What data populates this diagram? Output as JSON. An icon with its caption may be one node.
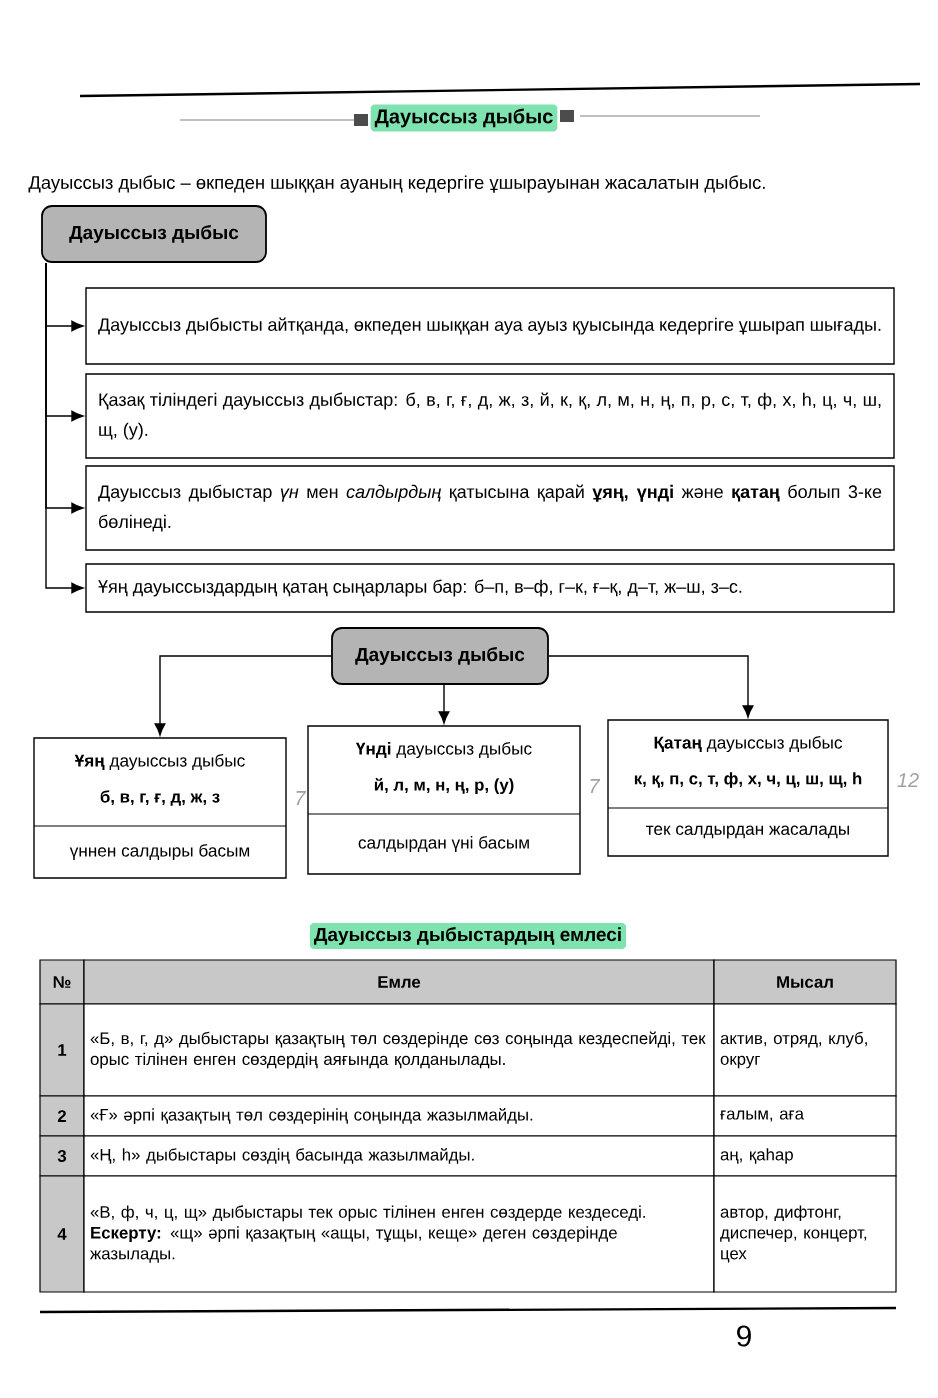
{
  "diagram": {
    "title": "Дауыссыз дыбыс",
    "nodes": [
      {
        "text": [
          "Дауыссыз дыбыс"
        ]
      },
      {
        "text": [
          "Дауыссыз дыбысты айтқанда, өкпеден шыққан ауа ауыз қуысында кедергіге ұшырап шығады."
        ]
      },
      {
        "text": [
          "Қазақ тіліндегі дауыссыз дыбыстар: б, в, г, ғ, д, ж, з, й, к, қ, л, м, н, ң, п, р, с, т, ф, х, һ, ц, ч, ш, щ, (у)."
        ]
      },
      {
        "text": [
          "Дауыссыз дыбыстар *үн* мен *салдырдың* қатысына қарай **ұяң, үнді** және **қатаң** болып 3-ке бөлінеді."
        ]
      },
      {
        "text": [
          "Ұяң дауыссыздардың қатаң сыңарлары бар: б–п, в–ф, г–к, ғ–қ, д–т, ж–ш, з–с."
        ]
      },
      {
        "text": [
          "Дауыссыз дыбыс"
        ]
      },
      {
        "text": [
          "**Ұяң** дауыссыз дыбыс",
          "б, в, г, ғ, д, ж, з",
          "үннен салдыры басым"
        ],
        "beside": [
          "7"
        ]
      },
      {
        "text": [
          "**Үнді** дауыссыз дыбыс",
          "й, л, м, н, ң, р, (у)",
          "салдырдан үні басым"
        ],
        "beside": [
          "7"
        ]
      },
      {
        "text": [
          "**Қатаң** дауыссыз дыбыс",
          "к, қ, п, с, т, ф, х, ч, ц, ш, щ, һ",
          "тек салдырдан жасалады"
        ],
        "beside": [
          "12"
        ]
      }
    ],
    "edges": [
      {
        "from": 0,
        "to": 1,
        "arrow": "to"
      },
      {
        "from": 0,
        "to": 2,
        "arrow": "to"
      },
      {
        "from": 0,
        "to": 3,
        "arrow": "to"
      },
      {
        "from": 0,
        "to": 4,
        "arrow": "to"
      },
      {
        "from": 5,
        "to": 6,
        "arrow": "to"
      },
      {
        "from": 5,
        "to": 7,
        "arrow": "to"
      },
      {
        "from": 5,
        "to": 8,
        "arrow": "to"
      }
    ],
    "labels": [
      "Дауыссыз дыбыс – өкпеден шыққан ауаның кедергіге ұшырауынан жасалатын дыбыс.",
      "Дауыссыз дыбыстардың емлесі",
      "№",
      "Емле",
      "Мысал",
      "1",
      "«Б, в, г, д» дыбыстары қазақтың төл сөздерінде сөз соңында кездеспейді, тек орыс тілінен енген сөздердің аяғында қолданылады.",
      "актив, отряд, клуб, округ",
      "2",
      "«Ғ» әрпі қазақтың төл сөздерінің соңында жазылмайды.",
      "ғалым, аға",
      "3",
      "«Ң, һ» дыбыстары сөздің басында жазылмайды.",
      "аң, қаһар",
      "4",
      "«В, ф, ч, ц, щ» дыбыстары тек орыс тілінен енген сөздерде кездеседі.",
      "**Ескерту:** «щ» әрпі қазақтың «ащы, тұщы, кеще» деген сөздерінде жазылады.",
      "автор, дифтонг, диспечер, концерт, цех",
      "9"
    ]
  }
}
